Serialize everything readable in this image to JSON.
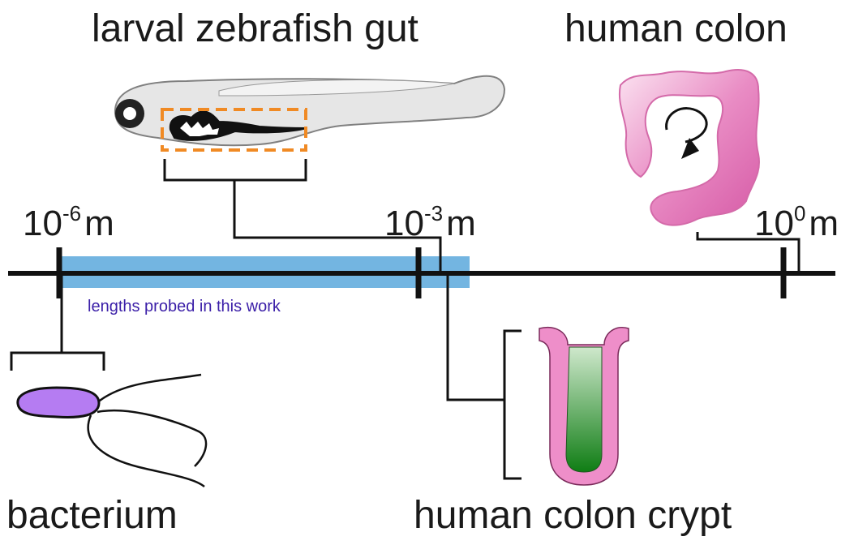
{
  "labels": {
    "zebrafish": "larval zebrafish gut",
    "colon": "human colon",
    "bacterium": "bacterium",
    "crypt": "human colon crypt",
    "band": "lengths probed in this work"
  },
  "ticks": [
    {
      "base": "10",
      "exp": "-6",
      "unit": "m"
    },
    {
      "base": "10",
      "exp": "-3",
      "unit": "m"
    },
    {
      "base": "10",
      "exp": "0",
      "unit": "m"
    }
  ],
  "colors": {
    "axis": "#111111",
    "band": "#5aa8dc",
    "band_label": "#3b1fa8",
    "bacterium": "#b57cf2",
    "crypt_wall": "#ee8ec9",
    "crypt_lumen": "#107a16",
    "colon": "#e070b4",
    "fish_box": "#f08a24"
  }
}
